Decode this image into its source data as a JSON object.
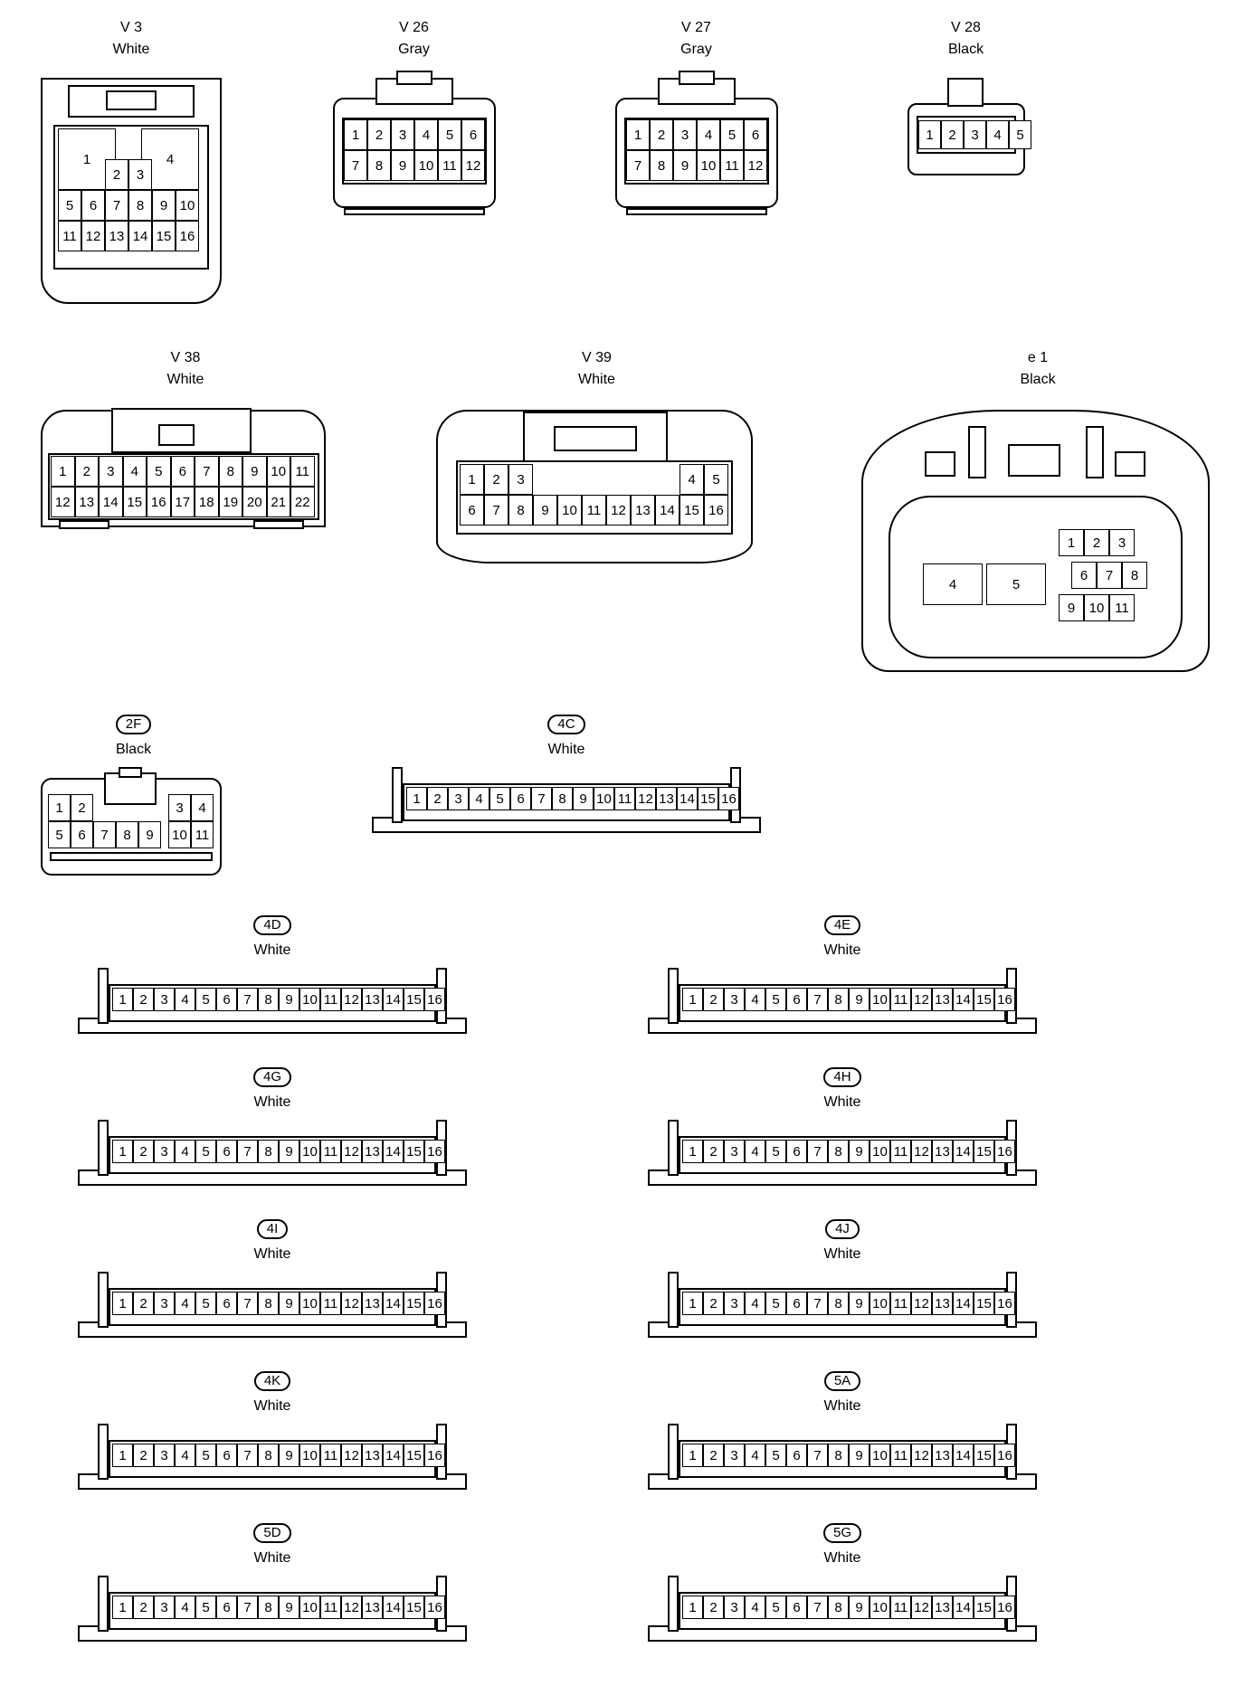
{
  "connectors": [
    {
      "id": "v3",
      "code": "V 3",
      "color": "White",
      "badge": false,
      "style": "v3",
      "pins": [
        {
          "n": "1",
          "r": 0,
          "c": 0,
          "w": 2,
          "h": 2
        },
        {
          "n": "4",
          "r": 0,
          "c": 4,
          "w": 2,
          "h": 2
        },
        {
          "n": "2",
          "r": 1,
          "c": 2
        },
        {
          "n": "3",
          "r": 1,
          "c": 3
        },
        {
          "n": "5",
          "r": 2,
          "c": 0
        },
        {
          "n": "6",
          "r": 2,
          "c": 1
        },
        {
          "n": "7",
          "r": 2,
          "c": 2
        },
        {
          "n": "8",
          "r": 2,
          "c": 3
        },
        {
          "n": "9",
          "r": 2,
          "c": 4
        },
        {
          "n": "10",
          "r": 2,
          "c": 5
        },
        {
          "n": "11",
          "r": 3,
          "c": 0
        },
        {
          "n": "12",
          "r": 3,
          "c": 1
        },
        {
          "n": "13",
          "r": 3,
          "c": 2
        },
        {
          "n": "14",
          "r": 3,
          "c": 3
        },
        {
          "n": "15",
          "r": 3,
          "c": 4
        },
        {
          "n": "16",
          "r": 3,
          "c": 5
        }
      ]
    },
    {
      "id": "v26",
      "code": "V 26",
      "color": "Gray",
      "badge": false,
      "style": "v26",
      "pins": [
        {
          "n": "1",
          "r": 0,
          "c": 0
        },
        {
          "n": "2",
          "r": 0,
          "c": 1
        },
        {
          "n": "3",
          "r": 0,
          "c": 2
        },
        {
          "n": "4",
          "r": 0,
          "c": 3
        },
        {
          "n": "5",
          "r": 0,
          "c": 4
        },
        {
          "n": "6",
          "r": 0,
          "c": 5
        },
        {
          "n": "7",
          "r": 1,
          "c": 0
        },
        {
          "n": "8",
          "r": 1,
          "c": 1
        },
        {
          "n": "9",
          "r": 1,
          "c": 2
        },
        {
          "n": "10",
          "r": 1,
          "c": 3
        },
        {
          "n": "11",
          "r": 1,
          "c": 4
        },
        {
          "n": "12",
          "r": 1,
          "c": 5
        }
      ]
    },
    {
      "id": "v27",
      "code": "V 27",
      "color": "Gray",
      "badge": false,
      "style": "v26",
      "pins": [
        {
          "n": "1",
          "r": 0,
          "c": 0
        },
        {
          "n": "2",
          "r": 0,
          "c": 1
        },
        {
          "n": "3",
          "r": 0,
          "c": 2
        },
        {
          "n": "4",
          "r": 0,
          "c": 3
        },
        {
          "n": "5",
          "r": 0,
          "c": 4
        },
        {
          "n": "6",
          "r": 0,
          "c": 5
        },
        {
          "n": "7",
          "r": 1,
          "c": 0
        },
        {
          "n": "8",
          "r": 1,
          "c": 1
        },
        {
          "n": "9",
          "r": 1,
          "c": 2
        },
        {
          "n": "10",
          "r": 1,
          "c": 3
        },
        {
          "n": "11",
          "r": 1,
          "c": 4
        },
        {
          "n": "12",
          "r": 1,
          "c": 5
        }
      ]
    },
    {
      "id": "v28",
      "code": "V 28",
      "color": "Black",
      "badge": false,
      "style": "v28",
      "pins": [
        {
          "n": "1",
          "r": 0,
          "c": 0
        },
        {
          "n": "2",
          "r": 0,
          "c": 1
        },
        {
          "n": "3",
          "r": 0,
          "c": 2
        },
        {
          "n": "4",
          "r": 0,
          "c": 3
        },
        {
          "n": "5",
          "r": 0,
          "c": 4
        }
      ]
    },
    {
      "id": "v38",
      "code": "V 38",
      "color": "White",
      "badge": false,
      "style": "v38",
      "pins": [
        {
          "n": "1",
          "r": 0,
          "c": 0
        },
        {
          "n": "2",
          "r": 0,
          "c": 1
        },
        {
          "n": "3",
          "r": 0,
          "c": 2
        },
        {
          "n": "4",
          "r": 0,
          "c": 3
        },
        {
          "n": "5",
          "r": 0,
          "c": 4
        },
        {
          "n": "6",
          "r": 0,
          "c": 5
        },
        {
          "n": "7",
          "r": 0,
          "c": 6
        },
        {
          "n": "8",
          "r": 0,
          "c": 7
        },
        {
          "n": "9",
          "r": 0,
          "c": 8
        },
        {
          "n": "10",
          "r": 0,
          "c": 9
        },
        {
          "n": "11",
          "r": 0,
          "c": 10
        },
        {
          "n": "12",
          "r": 1,
          "c": 0
        },
        {
          "n": "13",
          "r": 1,
          "c": 1
        },
        {
          "n": "14",
          "r": 1,
          "c": 2
        },
        {
          "n": "15",
          "r": 1,
          "c": 3
        },
        {
          "n": "16",
          "r": 1,
          "c": 4
        },
        {
          "n": "17",
          "r": 1,
          "c": 5
        },
        {
          "n": "18",
          "r": 1,
          "c": 6
        },
        {
          "n": "19",
          "r": 1,
          "c": 7
        },
        {
          "n": "20",
          "r": 1,
          "c": 8
        },
        {
          "n": "21",
          "r": 1,
          "c": 9
        },
        {
          "n": "22",
          "r": 1,
          "c": 10
        }
      ]
    },
    {
      "id": "v39",
      "code": "V 39",
      "color": "White",
      "badge": false,
      "style": "v39",
      "pins": [
        {
          "n": "1",
          "r": 0,
          "c": 0
        },
        {
          "n": "2",
          "r": 0,
          "c": 1
        },
        {
          "n": "3",
          "r": 0,
          "c": 2
        },
        {
          "n": "4",
          "r": 0,
          "c": 9
        },
        {
          "n": "5",
          "r": 0,
          "c": 10
        },
        {
          "n": "6",
          "r": 1,
          "c": 0
        },
        {
          "n": "7",
          "r": 1,
          "c": 1
        },
        {
          "n": "8",
          "r": 1,
          "c": 2
        },
        {
          "n": "9",
          "r": 1,
          "c": 3
        },
        {
          "n": "10",
          "r": 1,
          "c": 4
        },
        {
          "n": "11",
          "r": 1,
          "c": 5
        },
        {
          "n": "12",
          "r": 1,
          "c": 6
        },
        {
          "n": "13",
          "r": 1,
          "c": 7
        },
        {
          "n": "14",
          "r": 1,
          "c": 8
        },
        {
          "n": "15",
          "r": 1,
          "c": 9
        },
        {
          "n": "16",
          "r": 1,
          "c": 10
        }
      ]
    },
    {
      "id": "e1",
      "code": "e 1",
      "color": "Black",
      "badge": false,
      "style": "e1",
      "pins": [
        {
          "n": "1",
          "r": 0,
          "c": 0
        },
        {
          "n": "2",
          "r": 0,
          "c": 1
        },
        {
          "n": "3",
          "r": 0,
          "c": 2
        },
        {
          "n": "6",
          "r": 1,
          "c": 0
        },
        {
          "n": "7",
          "r": 1,
          "c": 1
        },
        {
          "n": "8",
          "r": 1,
          "c": 2
        },
        {
          "n": "9",
          "r": 2,
          "c": 0
        },
        {
          "n": "10",
          "r": 2,
          "c": 1
        },
        {
          "n": "11",
          "r": 2,
          "c": 2
        },
        {
          "n": "4",
          "big": 0
        },
        {
          "n": "5",
          "big": 1
        }
      ]
    },
    {
      "id": "c2f",
      "code": "2F",
      "color": "Black",
      "badge": true,
      "style": "c2f",
      "pins": [
        {
          "n": "1",
          "r": 0,
          "c": 0
        },
        {
          "n": "2",
          "r": 0,
          "c": 1
        },
        {
          "n": "3",
          "r": 0,
          "c": 5
        },
        {
          "n": "4",
          "r": 0,
          "c": 6
        },
        {
          "n": "5",
          "r": 1,
          "c": 0
        },
        {
          "n": "6",
          "r": 1,
          "c": 1
        },
        {
          "n": "7",
          "r": 1,
          "c": 2
        },
        {
          "n": "8",
          "r": 1,
          "c": 3
        },
        {
          "n": "9",
          "r": 1,
          "c": 4
        },
        {
          "n": "10",
          "r": 1,
          "c": 5
        },
        {
          "n": "11",
          "r": 1,
          "c": 6
        }
      ]
    },
    {
      "id": "c4c",
      "code": "4C",
      "color": "White",
      "badge": true,
      "style": "strip",
      "count": 16
    },
    {
      "id": "c4d",
      "code": "4D",
      "color": "White",
      "badge": true,
      "style": "strip",
      "count": 16
    },
    {
      "id": "c4e",
      "code": "4E",
      "color": "White",
      "badge": true,
      "style": "strip",
      "count": 16
    },
    {
      "id": "c4g",
      "code": "4G",
      "color": "White",
      "badge": true,
      "style": "strip",
      "count": 16
    },
    {
      "id": "c4h",
      "code": "4H",
      "color": "White",
      "badge": true,
      "style": "strip",
      "count": 16
    },
    {
      "id": "c4i",
      "code": "4I",
      "color": "White",
      "badge": true,
      "style": "strip",
      "count": 16
    },
    {
      "id": "c4j",
      "code": "4J",
      "color": "White",
      "badge": true,
      "style": "strip",
      "count": 16
    },
    {
      "id": "c4k",
      "code": "4K",
      "color": "White",
      "badge": true,
      "style": "strip",
      "count": 16
    },
    {
      "id": "c5a",
      "code": "5A",
      "color": "White",
      "badge": true,
      "style": "strip",
      "count": 16
    },
    {
      "id": "c5d",
      "code": "5D",
      "color": "White",
      "badge": true,
      "style": "strip",
      "count": 16
    },
    {
      "id": "c5g",
      "code": "5G",
      "color": "White",
      "badge": true,
      "style": "strip",
      "count": 16
    }
  ]
}
